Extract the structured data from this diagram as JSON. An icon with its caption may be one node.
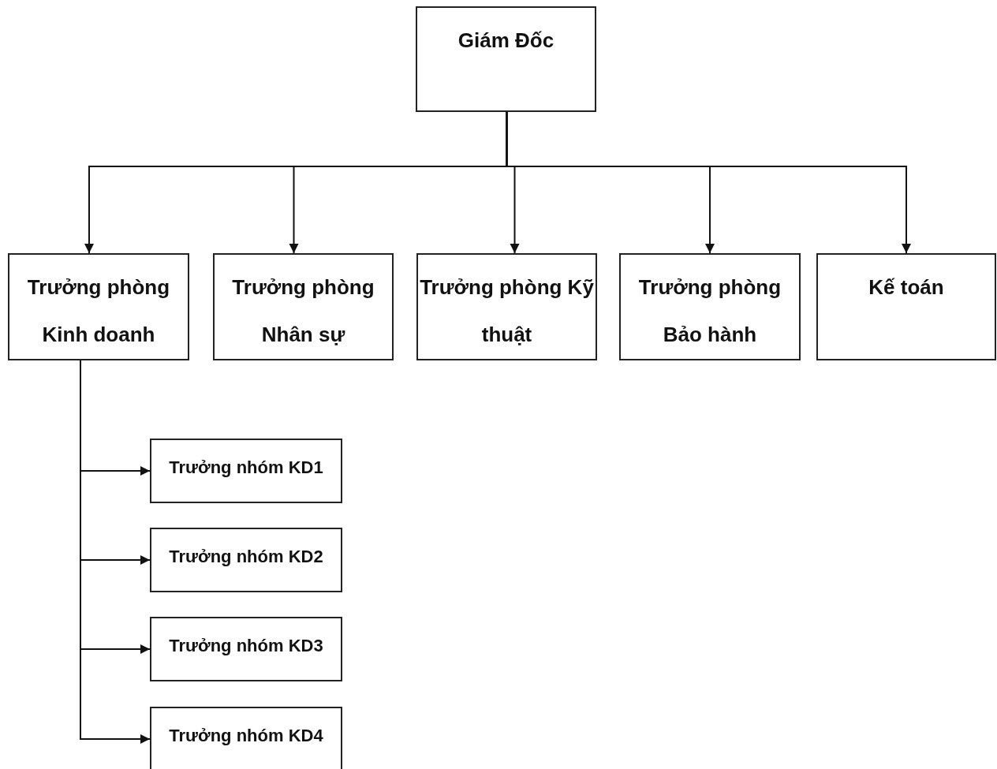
{
  "diagram": {
    "nodes": [
      {
        "text": [
          "Giám Đốc"
        ]
      },
      {
        "text": [
          "Trưởng phòng Kinh doanh"
        ]
      },
      {
        "text": [
          "Trưởng phòng Nhân sự"
        ]
      },
      {
        "text": [
          "Trưởng phòng Kỹ thuật"
        ]
      },
      {
        "text": [
          "Trưởng phòng Bảo hành"
        ]
      },
      {
        "text": [
          "Kế toán"
        ]
      },
      {
        "text": [
          "Trưởng nhóm KD1"
        ]
      },
      {
        "text": [
          "Trưởng nhóm KD2"
        ]
      },
      {
        "text": [
          "Trưởng nhóm KD3"
        ]
      },
      {
        "text": [
          "Trưởng nhóm KD4"
        ]
      }
    ],
    "edges": [
      {
        "from": 0,
        "to": 1,
        "arrow": "to"
      },
      {
        "from": 0,
        "to": 2,
        "arrow": "to"
      },
      {
        "from": 0,
        "to": 3,
        "arrow": "to"
      },
      {
        "from": 0,
        "to": 4,
        "arrow": "to"
      },
      {
        "from": 0,
        "to": 5,
        "arrow": "to"
      },
      {
        "from": 1,
        "to": 6,
        "arrow": "to"
      },
      {
        "from": 1,
        "to": 7,
        "arrow": "to"
      },
      {
        "from": 1,
        "to": 8,
        "arrow": "to"
      },
      {
        "from": 1,
        "to": 9,
        "arrow": "to"
      }
    ]
  }
}
